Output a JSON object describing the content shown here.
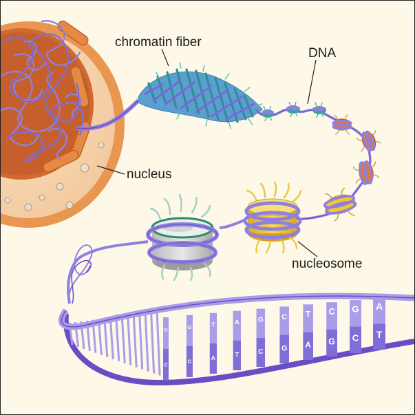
{
  "labels": {
    "chromatin_fiber": "chromatin fiber",
    "dna": "DNA",
    "nucleus": "nucleus",
    "nucleosome": "nucleosome"
  },
  "base_pairs": [
    [
      "G",
      "C"
    ],
    [
      "G",
      "C"
    ],
    [
      "T",
      "A"
    ],
    [
      "A",
      "T"
    ],
    [
      "G",
      "C"
    ],
    [
      "C",
      "G"
    ],
    [
      "T",
      "A"
    ],
    [
      "C",
      "G"
    ],
    [
      "G",
      "C"
    ],
    [
      "A",
      "T"
    ]
  ],
  "colors": {
    "background": "#fdf8e8",
    "dna_light": "#a99ce8",
    "dna_dark": "#6a4cc4",
    "nucleus_membrane": "#e6924f",
    "nucleus_inner": "#c8642e",
    "chromatin": "#3f9fa3",
    "histone_yellow": "#f3c531",
    "histone_orange": "#e8762e",
    "histone_gray": "#c9c9c9"
  }
}
